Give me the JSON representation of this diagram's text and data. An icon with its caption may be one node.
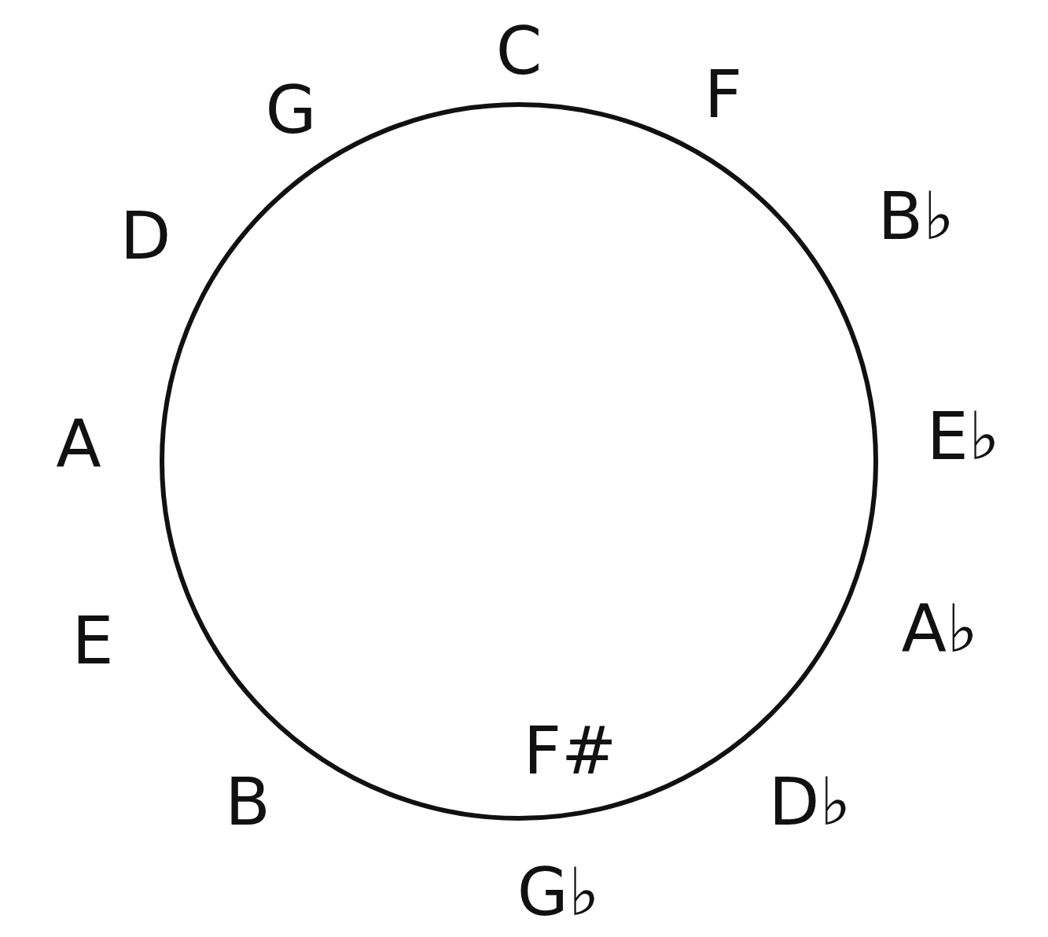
{
  "diagram": {
    "labels": [
      "C",
      "G",
      "F",
      "B♭",
      "D",
      "A",
      "E♭",
      "E",
      "A♭",
      "F#",
      "B",
      "D♭",
      "G♭"
    ]
  }
}
